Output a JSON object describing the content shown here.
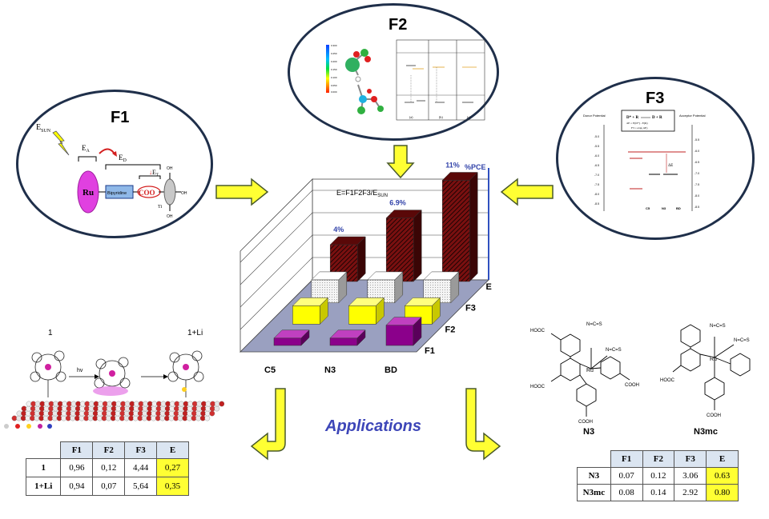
{
  "f1": {
    "label": "F1",
    "esun": "E",
    "esun_sub": "SUN",
    "ea": "E",
    "ea_sub": "A",
    "ed": "E",
    "ed_sub": "D",
    "ru": "Ru",
    "bipyridine": "Bipyridine",
    "coo": "COO",
    "et": "E",
    "et_sub": "T",
    "ti": "Ti",
    "oh": "OH"
  },
  "f2": {
    "label": "F2",
    "legend_values": [
      "0.000",
      "0.050",
      "0.100",
      "0.150",
      "0.200",
      "0.250",
      "0.300"
    ],
    "panels": [
      "(a)",
      "(b)",
      "(c)"
    ]
  },
  "f3": {
    "label": "F3",
    "donor_label": "Donor Potential",
    "acceptor_label": "Acceptor Potential",
    "eq1_left": "D* + R",
    "eq1_right": "D + R",
    "eq2": "ΔE = E(D*) - E(R)",
    "eq3": "F3 = exp(-ΔE)",
    "delta_e": "ΔE",
    "dyes": [
      "C5",
      "N3",
      "BD"
    ],
    "left_ticks": [
      "-5.0",
      "-5.5",
      "-6.0",
      "-6.5",
      "-7.0",
      "-7.5",
      "-8.0",
      "-8.5"
    ],
    "right_ticks": [
      "-5.5",
      "-6.0",
      "-6.5",
      "-7.0",
      "-7.5",
      "-8.0",
      "-8.5"
    ]
  },
  "chart": {
    "formula": "E=F1F2F3/E",
    "formula_sub": "SUN",
    "axis_title": "%PCE",
    "row_labels": [
      "E",
      "F3",
      "F2",
      "F1"
    ],
    "x_labels": [
      "C5",
      "N3",
      "BD"
    ],
    "pce_labels": [
      "4%",
      "6.9%",
      "11%"
    ]
  },
  "chart_data": {
    "type": "bar",
    "categories": [
      "C5",
      "N3",
      "BD"
    ],
    "series": [
      {
        "name": "E",
        "values": [
          4,
          6.9,
          11
        ]
      },
      {
        "name": "F3",
        "values": [
          2.5,
          2.5,
          2.5
        ]
      },
      {
        "name": "F2",
        "values": [
          2.0,
          2.0,
          2.0
        ]
      },
      {
        "name": "F1",
        "values": [
          0.8,
          0.8,
          2.2
        ]
      }
    ],
    "title": "E=F1F2F3/ESUN",
    "ylabel": "%PCE"
  },
  "applications": "Applications",
  "left_scheme": {
    "label1": "1",
    "label2": "1+Li",
    "hv": "hv"
  },
  "table_left": {
    "headers": [
      "",
      "F1",
      "F2",
      "F3",
      "E"
    ],
    "rows": [
      [
        "1",
        "0,96",
        "0,12",
        "4,44",
        "0,27"
      ],
      [
        "1+Li",
        "0,94",
        "0,07",
        "5,64",
        "0,35"
      ]
    ]
  },
  "table_right": {
    "headers": [
      "",
      "F1",
      "F2",
      "F3",
      "E"
    ],
    "rows": [
      [
        "N3",
        "0.07",
        "0.12",
        "3.06",
        "0.63"
      ],
      [
        "N3mc",
        "0.08",
        "0.14",
        "2.92",
        "0.80"
      ]
    ]
  },
  "molecules": {
    "n3": "N3",
    "n3mc": "N3mc",
    "ru": "Ru",
    "hooc": "HOOC",
    "cooh": "COOH",
    "ncs": "N=C=S"
  },
  "colors": {
    "arrow": "#ffff33",
    "arrow_outline": "#4a5a2a",
    "e_bar": "#7a1010",
    "f3_bar": "#f0f0f0",
    "f2_bar": "#ffff00",
    "f1_bar": "#8b008b",
    "highlight": "#ffff33"
  }
}
